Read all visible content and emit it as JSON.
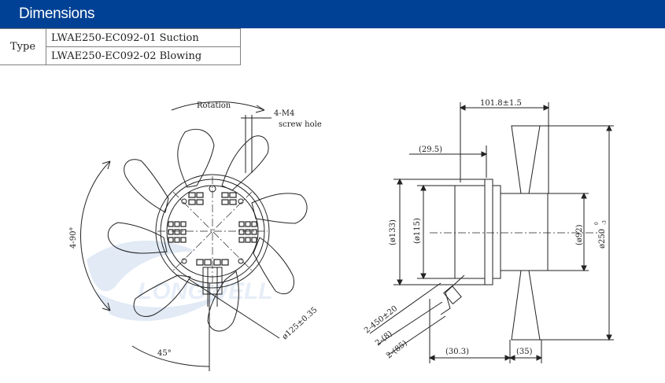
{
  "header": {
    "title": "Dimensions"
  },
  "type_table": {
    "label": "Type",
    "models": [
      "LWAE250-EC092-01 Suction",
      "LWAE250-EC092-02 Blowing"
    ]
  },
  "front_view": {
    "rotation_label": "Rotation",
    "screw_label": "4-M4",
    "screw_hole_label": "screw hole",
    "angle_label": "4-90°",
    "angle_label_2": "45°",
    "diameter_label": "ø125±0.35"
  },
  "side_view": {
    "dim_total_depth": "101.8±1.5",
    "dim_29_5": "(29.5)",
    "dim_133": "(ø133)",
    "dim_115": "(ø115)",
    "dim_92": "(ø92)",
    "dim_250": "ø250",
    "dim_250_tol_upper": "0",
    "dim_250_tol_lower": "-3",
    "dim_cable_1": "2-450±20",
    "dim_cable_2": "2-(8)",
    "dim_cable_3": "2-(85)",
    "dim_30_3": "(30.3)",
    "dim_35": "(35)"
  },
  "colors": {
    "header_bg": "#004195",
    "line": "#222222",
    "watermark": "#c9d9ee"
  }
}
